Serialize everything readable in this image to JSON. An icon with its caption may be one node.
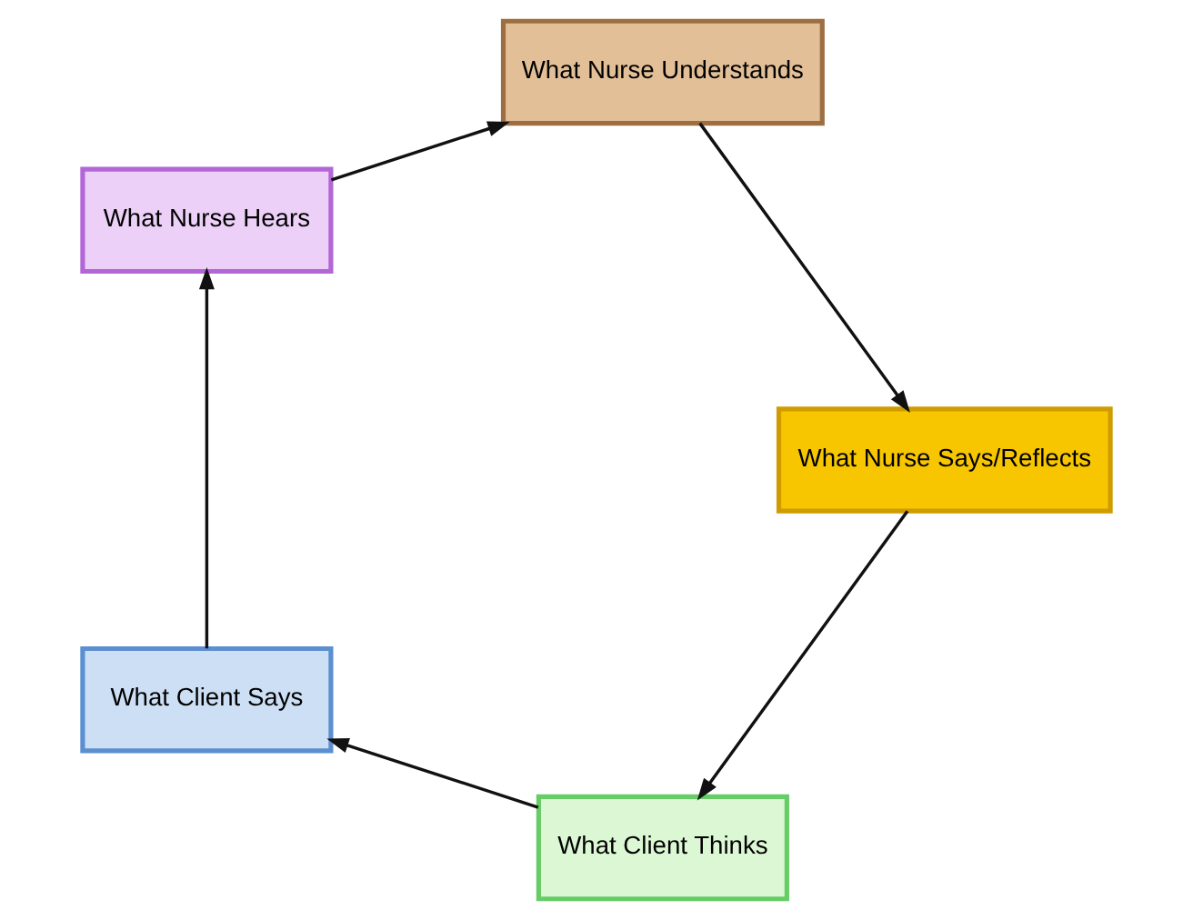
{
  "diagram": {
    "nodes": [
      {
        "text": [
          "What Client Thinks"
        ]
      },
      {
        "text": [
          "What Client Says"
        ]
      },
      {
        "text": [
          "What Nurse Hears"
        ]
      },
      {
        "text": [
          "What Nurse Understands"
        ]
      },
      {
        "text": [
          "What Nurse Says/Reflects"
        ]
      }
    ],
    "edges": [
      {
        "from": 0,
        "to": 1,
        "arrow": "to"
      },
      {
        "from": 1,
        "to": 2,
        "arrow": "to"
      },
      {
        "from": 2,
        "to": 3,
        "arrow": "to"
      },
      {
        "from": 3,
        "to": 4,
        "arrow": "to"
      },
      {
        "from": 4,
        "to": 0,
        "arrow": "to"
      }
    ]
  }
}
